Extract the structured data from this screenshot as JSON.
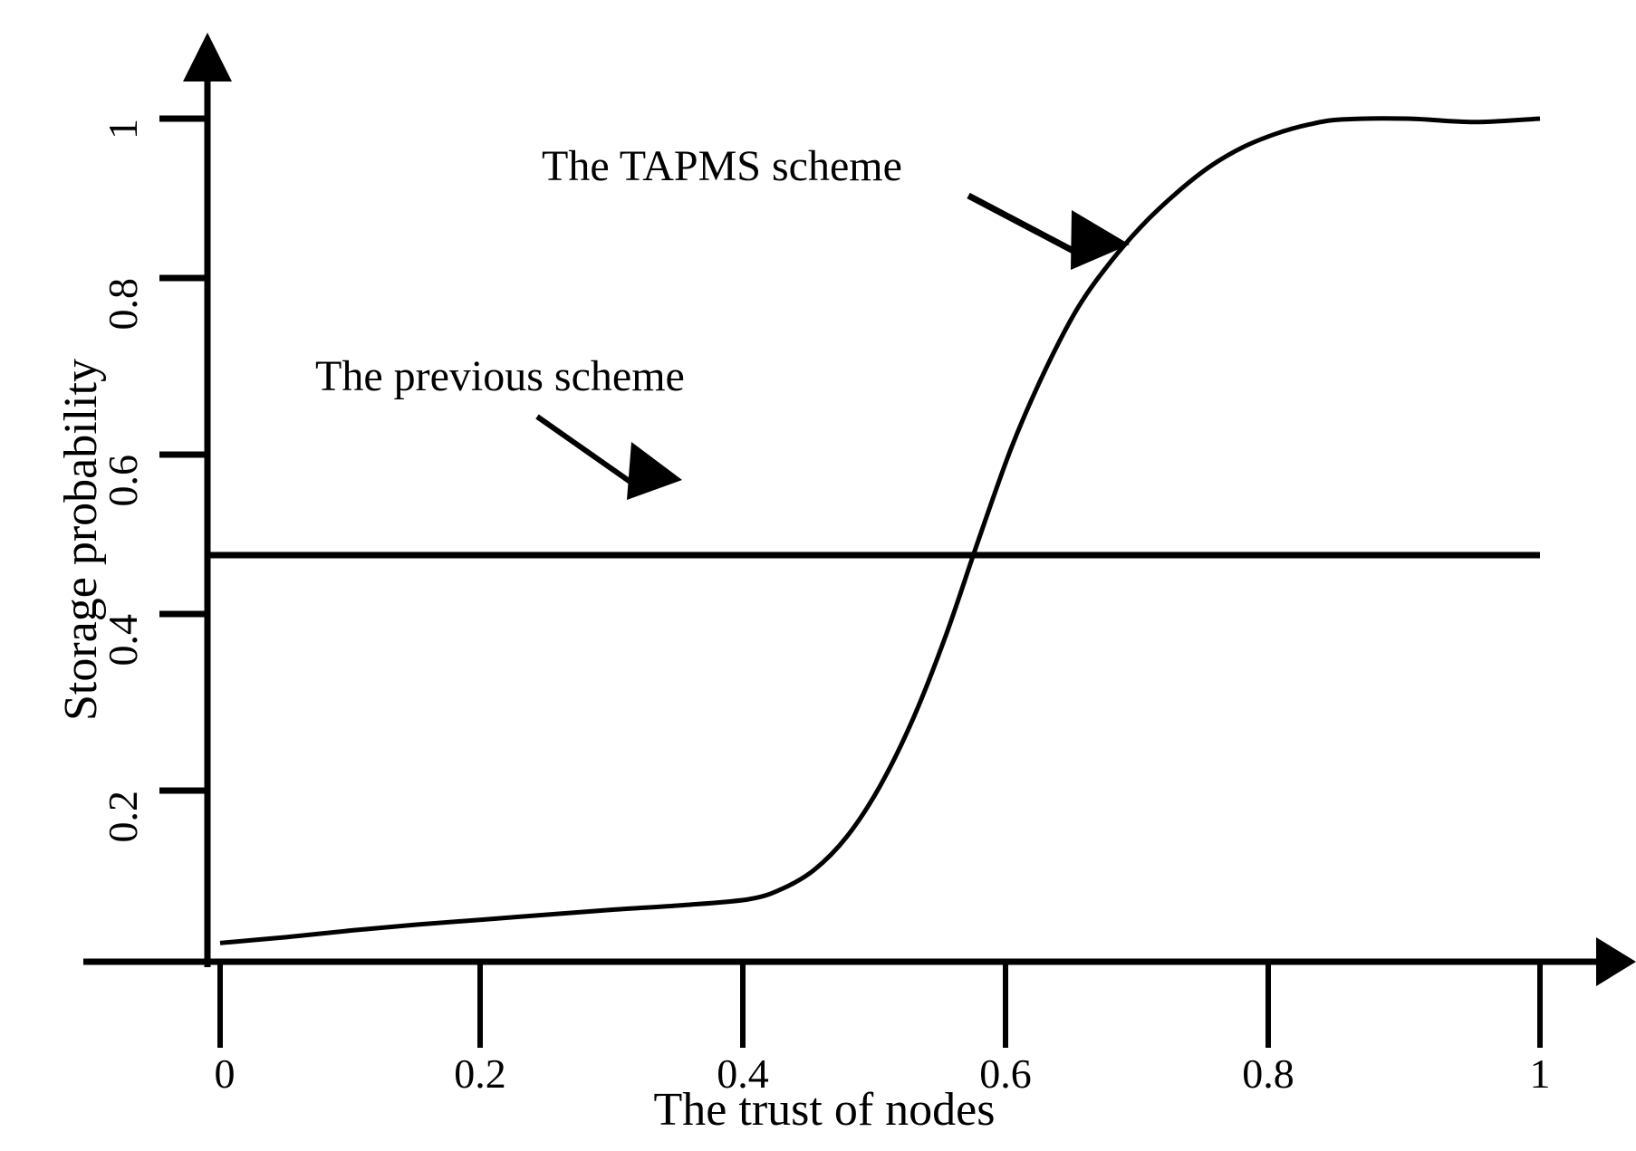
{
  "chart_data": {
    "type": "line",
    "title": "",
    "xlabel": "The trust of nodes",
    "ylabel": "Storage probability",
    "xlim": [
      0,
      1
    ],
    "ylim": [
      0,
      1
    ],
    "xticks": [
      "0",
      "0.2",
      "0.4",
      "0.6",
      "0.8",
      "1"
    ],
    "xtick_values": [
      0,
      0.2,
      0.4,
      0.6,
      0.8,
      1
    ],
    "yticks": [
      "0.2",
      "0.4",
      "0.6",
      "0.8",
      "1"
    ],
    "ytick_values": [
      0.2,
      0.4,
      0.6,
      0.8,
      1
    ],
    "grid": false,
    "legend_position": "inline-annotations",
    "series": [
      {
        "name": "The TAPMS scheme",
        "style": "curve",
        "x": [
          0.0,
          0.05,
          0.1,
          0.15,
          0.2,
          0.25,
          0.3,
          0.35,
          0.4,
          0.425,
          0.45,
          0.475,
          0.5,
          0.525,
          0.55,
          0.575,
          0.6,
          0.625,
          0.65,
          0.675,
          0.7,
          0.725,
          0.75,
          0.775,
          0.8,
          0.825,
          0.85,
          0.9,
          0.95,
          1.0
        ],
        "values": [
          0.018,
          0.025,
          0.033,
          0.04,
          0.046,
          0.052,
          0.058,
          0.063,
          0.07,
          0.082,
          0.105,
          0.145,
          0.205,
          0.285,
          0.385,
          0.5,
          0.61,
          0.7,
          0.775,
          0.83,
          0.875,
          0.912,
          0.943,
          0.966,
          0.982,
          0.993,
          0.999,
          1.0,
          0.996,
          1.0
        ]
      },
      {
        "name": "The previous scheme",
        "style": "horizontal-line",
        "x": [
          0.0,
          1.0
        ],
        "values": [
          0.48,
          0.48
        ]
      }
    ],
    "annotations": [
      {
        "text": "The TAPMS scheme",
        "points_to_series": "The TAPMS scheme",
        "target_x": 0.66,
        "target_y": 0.8
      },
      {
        "text": "The previous scheme",
        "points_to_series": "The previous scheme",
        "target_x": 0.3,
        "target_y": 0.48
      }
    ]
  },
  "axes": {
    "x_title": "The trust of nodes",
    "y_title": "Storage probability",
    "x_tick_labels": [
      "0",
      "0.2",
      "0.4",
      "0.6",
      "0.8",
      "1"
    ],
    "y_tick_labels": [
      "0.2",
      "0.4",
      "0.6",
      "0.8",
      "1"
    ]
  },
  "annotations": {
    "tapms": "The TAPMS scheme",
    "previous": "The previous scheme"
  },
  "colors": {
    "line": "#000000",
    "axis": "#000000",
    "background": "#ffffff"
  }
}
